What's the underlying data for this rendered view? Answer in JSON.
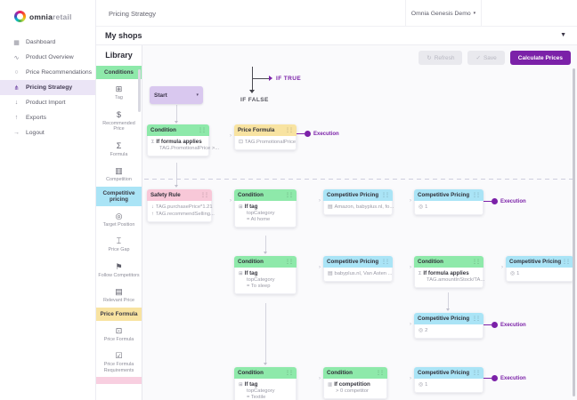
{
  "brand": {
    "name_left": "omnia",
    "name_right": "retail"
  },
  "sidebar": {
    "items": [
      {
        "icon": "▦",
        "label": "Dashboard"
      },
      {
        "icon": "∿",
        "label": "Product Overview"
      },
      {
        "icon": "○",
        "label": "Price Recommendations"
      },
      {
        "icon": "⋔",
        "label": "Pricing Strategy"
      },
      {
        "icon": "↓",
        "label": "Product Import"
      },
      {
        "icon": "↑",
        "label": "Exports"
      },
      {
        "icon": "→",
        "label": "Logout"
      }
    ]
  },
  "topbar": {
    "title": "Pricing Strategy",
    "account": "Omnia Genesis Demo",
    "caret": "▾"
  },
  "shops": {
    "label": "My shops",
    "caret": "▼"
  },
  "toolbar": {
    "refresh_icon": "↻",
    "refresh": "Refresh",
    "save_icon": "✓",
    "save": "Save",
    "calculate": "Calculate Prices"
  },
  "library": {
    "title": "Library",
    "sections": [
      {
        "label": "Conditions",
        "items": [
          {
            "icon": "⊞",
            "label": "Tag"
          },
          {
            "icon": "$",
            "label": "Recommended Price"
          },
          {
            "icon": "Σ",
            "label": "Formula"
          },
          {
            "icon": "▥",
            "label": "Competition"
          }
        ]
      },
      {
        "label": "Competitive pricing",
        "items": [
          {
            "icon": "◎",
            "label": "Target Position"
          },
          {
            "icon": "⌶",
            "label": "Price Gap"
          },
          {
            "icon": "⚑",
            "label": "Follow Competitors"
          },
          {
            "icon": "▤",
            "label": "Relevant Price"
          }
        ]
      },
      {
        "label": "Price Formula",
        "items": [
          {
            "icon": "⊡",
            "label": "Price Formula"
          },
          {
            "icon": "☑",
            "label": "Price Formula Requirements"
          }
        ]
      }
    ]
  },
  "canvas": {
    "branch": {
      "if_true": "IF TRUE",
      "if_false": "IF FALSE"
    },
    "execution_label": "Execution",
    "nodes": {
      "start": {
        "title": "Start",
        "caret": "▾"
      },
      "cond_promo": {
        "title": "Condition",
        "icon": "Σ",
        "line1": "If formula applies",
        "line2": "TAG.PromotionalPrice >..."
      },
      "pf_promo": {
        "title": "Price Formula",
        "icon": "⊡",
        "line1": "TAG.PromotionalPrice"
      },
      "safety": {
        "title": "Safety Rule",
        "icon1": "↓",
        "line1": "TAG.purchasePrice*1.21",
        "icon2": "↑",
        "line2": "TAG.recommendSelling..."
      },
      "cond_athome": {
        "title": "Condition",
        "icon": "⊞",
        "line1": "If tag",
        "line2": "topCategory",
        "line3": "= At home"
      },
      "cp_amazon": {
        "title": "Competitive Pricing",
        "icon": "▤",
        "line1": "Amazon, babyplus.nl, fo..."
      },
      "cp_one_a": {
        "title": "Competitive Pricing",
        "icon": "◎",
        "line1": "1"
      },
      "cond_tosleep": {
        "title": "Condition",
        "icon": "⊞",
        "line1": "If tag",
        "line2": "topCategory",
        "line3": "= To sleep"
      },
      "cp_babyplus": {
        "title": "Competitive Pricing",
        "icon": "▤",
        "line1": "babyplus.nl, Van Asten ..."
      },
      "cond_stock": {
        "title": "Condition",
        "icon": "Σ",
        "line1": "If formula applies",
        "line2": "TAG.amountInStock/TA..."
      },
      "cp_one_b": {
        "title": "Competitive Pricing",
        "icon": "◎",
        "line1": "1"
      },
      "cp_two": {
        "title": "Competitive Pricing",
        "icon": "◎",
        "line1": "2"
      },
      "cond_textile": {
        "title": "Condition",
        "icon": "⊞",
        "line1": "If tag",
        "line2": "topCategory",
        "line3": "= Textile"
      },
      "cond_comp": {
        "title": "Condition",
        "icon": "▥",
        "line1": "If competition",
        "line2": "> 0 competitor"
      },
      "cp_one_c": {
        "title": "Competitive Pricing",
        "icon": "◎",
        "line1": "1"
      }
    }
  },
  "colors": {
    "accent_purple": "#7b21a8",
    "condition_green": "#8ee9aa",
    "safety_pink": "#f8c8d8",
    "competitive_blue": "#aae4f6",
    "formula_yellow": "#f8e3a1",
    "start_lavender": "#d9c8ef"
  }
}
